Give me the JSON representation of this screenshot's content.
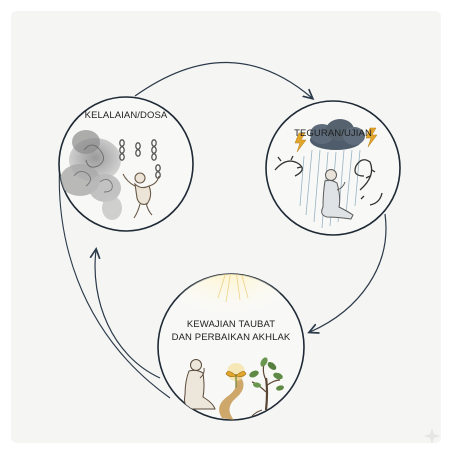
{
  "diagram": {
    "nodes": [
      {
        "id": "kelalaian",
        "label_lines": [
          "KELALAIAN/DOSA"
        ]
      },
      {
        "id": "teguran",
        "label_lines": [
          "TEGURAN/UJIAN"
        ]
      },
      {
        "id": "taubat",
        "label_lines": [
          "KEWAJIAN TAUBAT",
          "DAN PERBAIKAN AKHLAK"
        ]
      }
    ],
    "edges": [
      {
        "from": "kelalaian",
        "to": "teguran"
      },
      {
        "from": "teguran",
        "to": "taubat"
      },
      {
        "from": "taubat",
        "to": "kelalaian"
      }
    ],
    "illustrations": {
      "kelalaian": [
        "smoke-cloud",
        "chains",
        "falling-figure"
      ],
      "teguran": [
        "storm-cloud",
        "lightning",
        "rain",
        "kneeling-figure",
        "thorns"
      ],
      "taubat": [
        "light-rays",
        "praying-figure",
        "sprout",
        "tree"
      ]
    },
    "colors": {
      "line": "#2b3a4a",
      "accent": "#e2a62c",
      "path": "#c79a52",
      "panel": "#f5f5f3"
    }
  }
}
